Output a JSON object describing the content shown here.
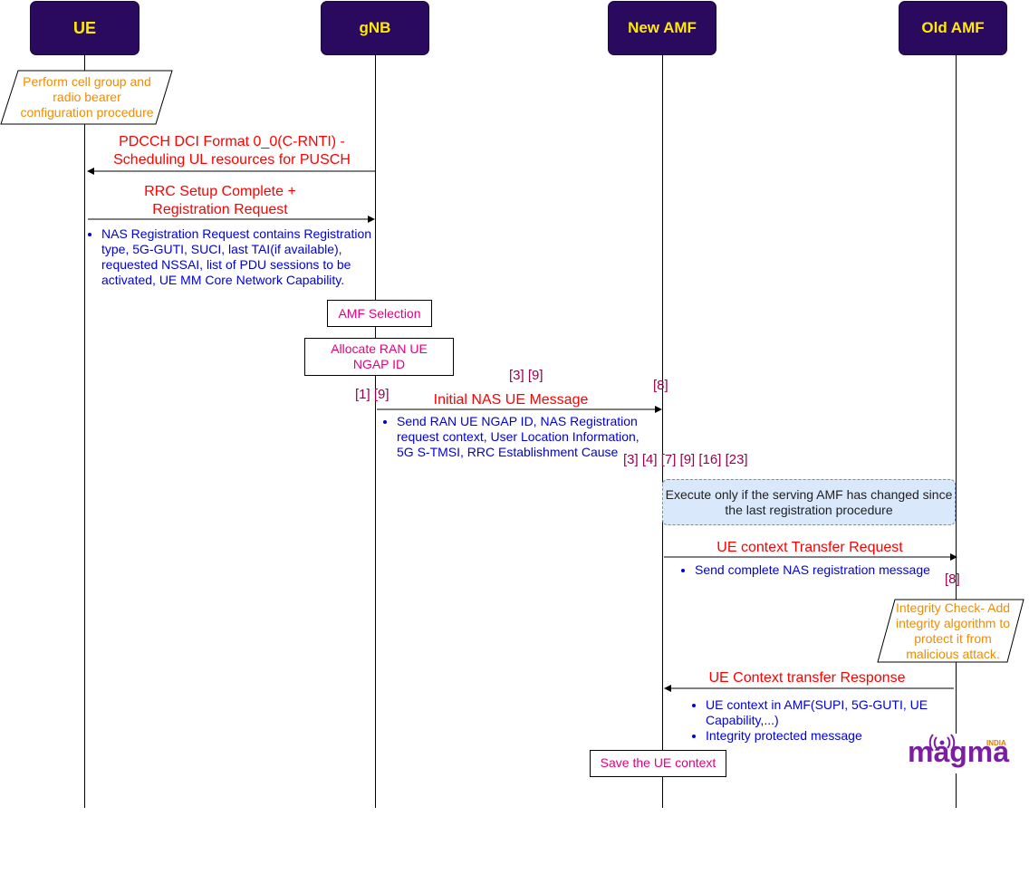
{
  "actors": {
    "ue": "UE",
    "gnb": "gNB",
    "new_amf": "New AMF",
    "old_amf": "Old AMF"
  },
  "notes": {
    "perform_config": "Perform cell group and radio bearer configuration procedure",
    "amf_selection": "AMF Selection",
    "allocate_ran": "Allocate RAN UE NGAP ID",
    "execute_only": "Execute only if the serving AMF has changed since the last registration procedure",
    "integrity_check": "Integrity Check- Add integrity algorithm to protect it from malicious attack.",
    "save_context": "Save the UE context"
  },
  "messages": {
    "pdcch_line1": "PDCCH DCI Format 0_0(C-RNTI) -",
    "pdcch_line2": "Scheduling UL resources for PUSCH",
    "rrc_line1": "RRC Setup Complete +",
    "rrc_line2": "Registration Request",
    "initial_nas": "Initial NAS UE Message",
    "ue_ctx_req": "UE context Transfer Request",
    "ue_ctx_resp": "UE Context transfer Response"
  },
  "bullets": {
    "nas_reg": "NAS Registration Request contains Registration type, 5G-GUTI, SUCI, last TAI(if available), requested NSSAI, list of PDU sessions to be activated, UE MM Core Network Capability.",
    "send_ran": "Send RAN UE NGAP ID, NAS Registration request context, User Location Information, 5G S-TMSI, RRC Establishment Cause",
    "send_complete": "Send complete NAS registration message",
    "ue_ctx_amf": "UE context in AMF(SUPI, 5G-GUTI, UE Capability,...)",
    "integrity_msg": "Integrity protected message"
  },
  "refs": {
    "r1": "[3] [9]",
    "r2": "[8]",
    "r3": "[1] [9]",
    "r4": "[3] [4] [7] [9] [16] [23]",
    "r5": "[8]"
  },
  "logo": {
    "word": "magma",
    "tag": "INDIA"
  },
  "colors": {
    "actor_fill": "#2a0a5e",
    "actor_text": "#ffea00",
    "message": "#ff0000",
    "bullet_text": "#0000dd",
    "reference": "#99004d",
    "box_text": "#e6007e",
    "parallelogram_text": "#f08c00",
    "condition_fill": "#dae8fc"
  }
}
